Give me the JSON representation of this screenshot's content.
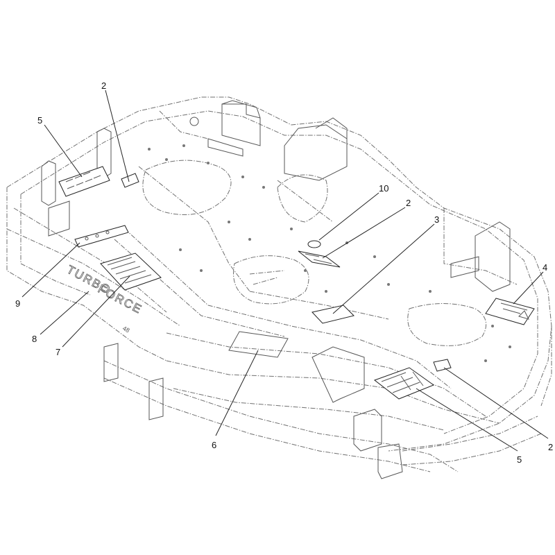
{
  "callouts": {
    "c2_top": "2",
    "c5_top": "5",
    "c10": "10",
    "c2_mid": "2",
    "c3": "3",
    "c4": "4",
    "c9": "9",
    "c8": "8",
    "c7": "7",
    "c6": "6",
    "c5_bottom": "5",
    "c2_bottom": "2"
  },
  "deck_branding": {
    "word1": "TURBO",
    "word2": "FORCE",
    "size": "48"
  }
}
